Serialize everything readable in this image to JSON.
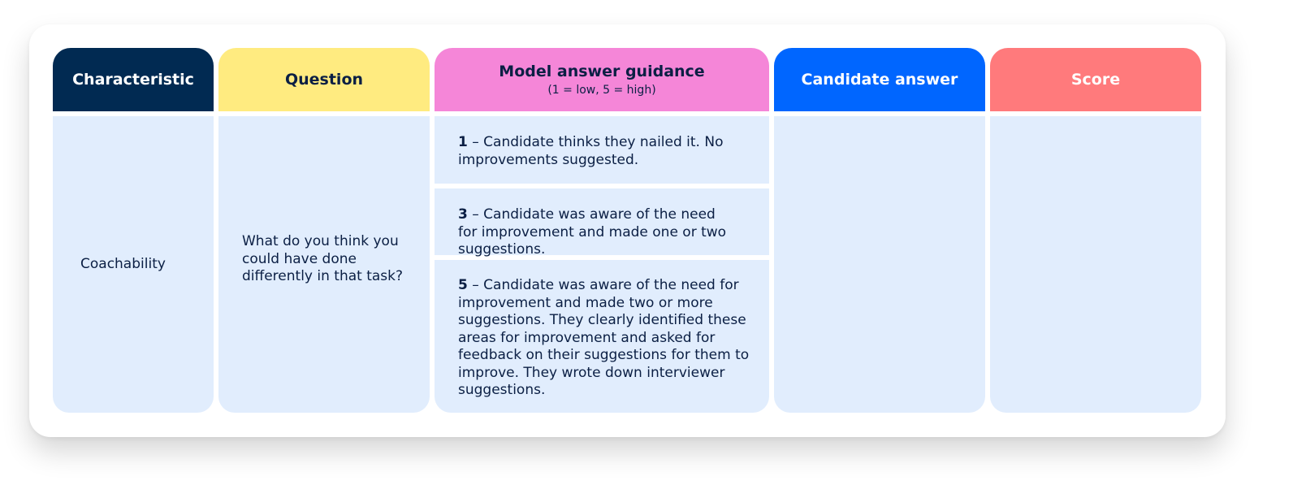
{
  "colors": {
    "characteristic_header": "#012a52",
    "question_header": "#ffeb80",
    "guidance_header": "#f586d8",
    "candidate_header": "#0066ff",
    "score_header": "#ff7a7c",
    "cell_background": "#e1edfd",
    "text": "#0b1f44"
  },
  "headers": {
    "characteristic": "Characteristic",
    "question": "Question",
    "guidance": "Model answer guidance",
    "guidance_sub": "(1 = low, 5 = high)",
    "candidate": "Candidate answer",
    "score": "Score"
  },
  "row": {
    "characteristic": "Coachability",
    "question": "What do you think you could have done differently in that task?",
    "guidance": [
      {
        "score": "1",
        "text": "– Candidate thinks they nailed it. No improvements suggested."
      },
      {
        "score": "3",
        "text": "– Candidate was aware of the need for improvement and made one or two suggestions."
      },
      {
        "score": "5",
        "text": "– Candidate was aware of the need for improvement and made two or more suggestions. They clearly identified these areas for improvement and asked for feedback on their suggestions for them to improve. They wrote down interviewer suggestions."
      }
    ],
    "candidate_answer": "",
    "score": ""
  }
}
